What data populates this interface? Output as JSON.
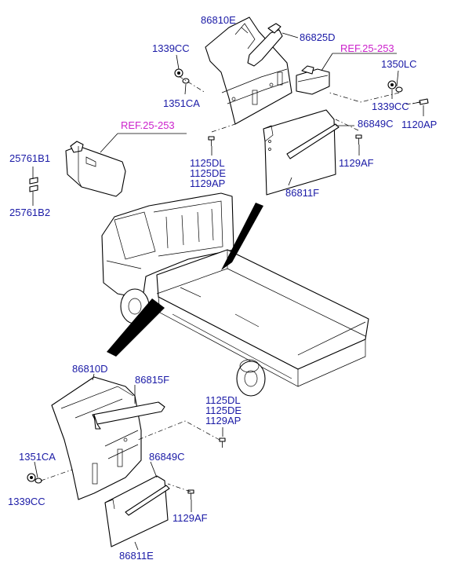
{
  "labels": {
    "top_mudguard": "86810E",
    "top_bracket": "86825D",
    "top_nut_left": "1339CC",
    "top_washer_left": "1351CA",
    "ref_top_right": "REF.25-253",
    "top_washer_right": "1350LC",
    "top_nut_right": "1339CC",
    "top_bolt_right": "1120AP",
    "top_strip": "86849C",
    "top_screw_right": "1129AF",
    "ref_left": "REF.25-253",
    "bracket_label_1": "25761B1",
    "bracket_label_2": "25761B2",
    "top_bolts_1": "1125DL",
    "top_bolts_2": "1125DE",
    "top_bolts_3": "1129AP",
    "top_flap": "86811F",
    "bottom_mudguard": "86810D",
    "bottom_bracket": "86815F",
    "bottom_bolts_1": "1125DL",
    "bottom_bolts_2": "1125DE",
    "bottom_bolts_3": "1129AP",
    "bottom_washer_left": "1351CA",
    "bottom_nut_left": "1339CC",
    "bottom_strip": "86849C",
    "bottom_screw": "1129AF",
    "bottom_flap": "86811E"
  }
}
